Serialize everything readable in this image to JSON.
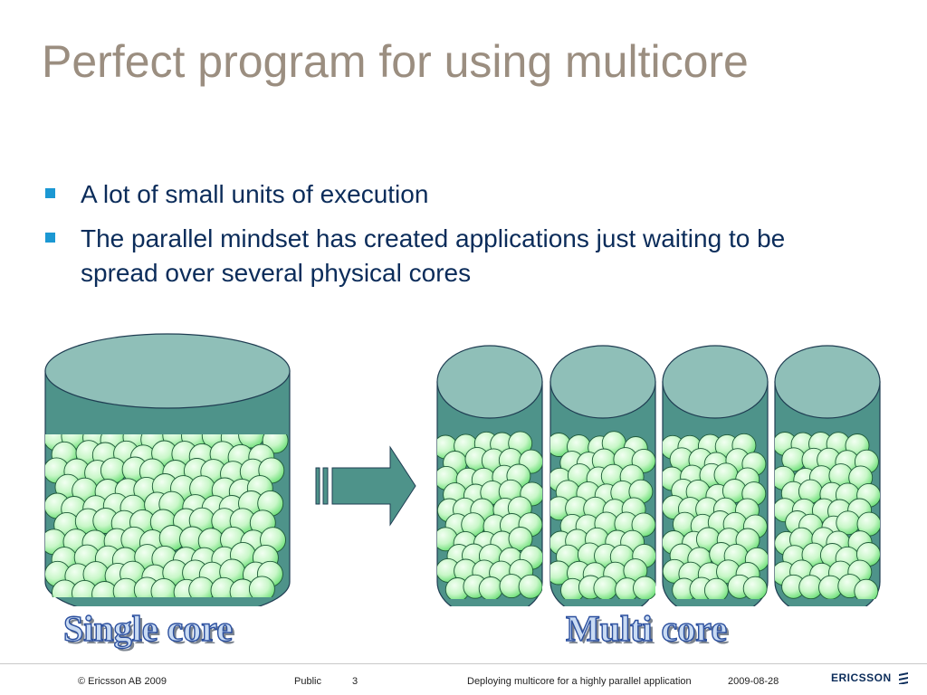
{
  "slide": {
    "title": "Perfect program for using multicore",
    "bullets": [
      "A lot of small units of execution",
      "The parallel mindset has created applications just waiting to be spread over several physical cores"
    ]
  },
  "diagram": {
    "single_label": "Single core",
    "multi_label": "Multi core",
    "multi_core_count": 4,
    "colors": {
      "cylinder_body": "#4e938a",
      "cylinder_top": "#8fbfb8",
      "cylinder_edge": "#1f3d52",
      "ball_light": "#f2fff2",
      "ball_dark": "#6fe07a",
      "arrow": "#4e938a"
    }
  },
  "footer": {
    "copyright": "© Ericsson AB 2009",
    "classification": "Public",
    "page": "3",
    "description": "Deploying multicore for a highly parallel application",
    "date": "2009-08-28",
    "logo_text": "ERICSSON"
  }
}
